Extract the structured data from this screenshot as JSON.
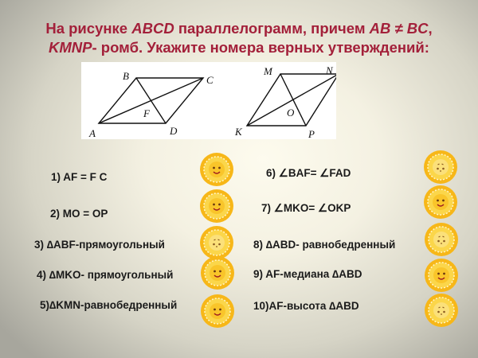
{
  "title": {
    "line1_prefix": "На рисунке ",
    "line1_abcd": "ABCD",
    "line1_mid": " параллелограмм, причем ",
    "line1_cond": "AB ≠ BC",
    "line1_suffix": ",",
    "line2_kmnp": "KMNP",
    "line2_rest": "- ромб. Укажите номера верных утверждений:"
  },
  "figures": {
    "parallelogram": {
      "labels": {
        "A": "A",
        "B": "B",
        "C": "C",
        "D": "D",
        "F": "F"
      }
    },
    "rhombus": {
      "labels": {
        "K": "K",
        "M": "M",
        "N": "N",
        "P": "P",
        "O": "O"
      }
    }
  },
  "statements": [
    {
      "n": 1,
      "text": "1)  AF = F C",
      "sun": "happy"
    },
    {
      "n": 2,
      "text": "2)  MO = OP",
      "sun": "happy"
    },
    {
      "n": 3,
      "text": "3)  ∆ABF-прямоугольный",
      "sun": "sad"
    },
    {
      "n": 4,
      "text": "4)  ∆MKO- прямоугольный",
      "sun": "happy"
    },
    {
      "n": 5,
      "text": "5)∆KMN-равнобедренный",
      "sun": "happy"
    },
    {
      "n": 6,
      "text": "6)    ∠BAF=  ∠FAD",
      "sun": "sad"
    },
    {
      "n": 7,
      "text": "7)  ∠MKO=  ∠OKP",
      "sun": "happy"
    },
    {
      "n": 8,
      "text": "8)    ∆ABD- равнобедренный",
      "sun": "sad"
    },
    {
      "n": 9,
      "text": "9)  AF-медиана   ∆ABD",
      "sun": "happy"
    },
    {
      "n": 10,
      "text": "10)AF-высота ∆ABD",
      "sun": "sad"
    }
  ],
  "colors": {
    "title": "#a3203a",
    "sun_outer": "#f7b718",
    "sun_inner": "#fde36a"
  }
}
